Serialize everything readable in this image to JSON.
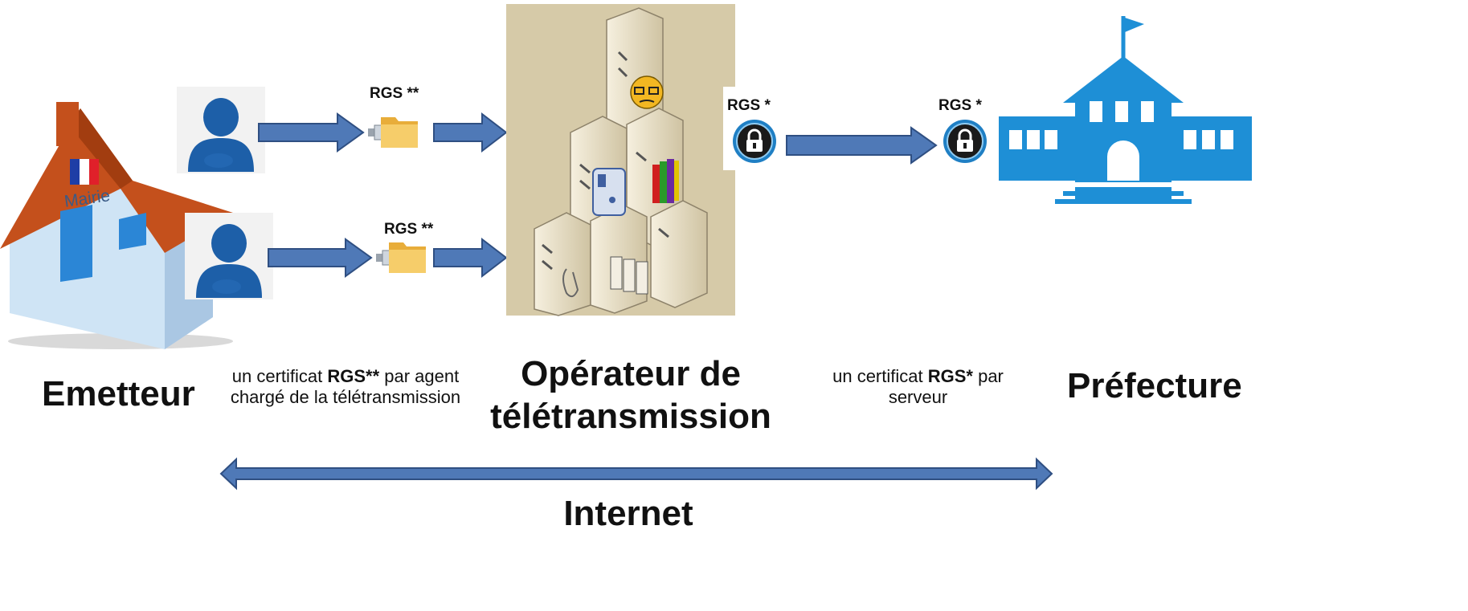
{
  "emitter": {
    "mairie_sign": "Mairie",
    "label": "Emetteur"
  },
  "certificates": {
    "agent_rgs_1": "RGS **",
    "agent_rgs_2": "RGS **",
    "server_rgs_1": "RGS *",
    "server_rgs_2": "RGS *"
  },
  "operator": {
    "label_line1": "Opérateur de",
    "label_line2": "télétransmission"
  },
  "prefecture": {
    "label": "Préfecture"
  },
  "notes": {
    "agent_pre": "un certificat ",
    "agent_strong": "RGS**",
    "agent_post1": " par agent",
    "agent_line2": "chargé de la télétransmission",
    "server_pre": "un certificat ",
    "server_strong": "RGS*",
    "server_post1": " par",
    "server_line2": "serveur"
  },
  "network": {
    "label": "Internet"
  },
  "colors": {
    "arrow_blue": "#4f79b7",
    "arrow_dark": "#2f4f82",
    "roof": "#c4501c",
    "house_wall": "#cfe4f5",
    "prefecture_blue": "#1e8fd6",
    "agent_blue": "#1d5fa8",
    "folder": "#f2c25a",
    "server_beige": "#e9dfc7",
    "server_bg": "#d6caa8"
  },
  "icons": [
    "house-icon",
    "agent-icon",
    "usb-key-icon",
    "folder-icon",
    "server-cluster-icon",
    "lock-icon",
    "prefecture-building-icon",
    "flag-icon"
  ]
}
